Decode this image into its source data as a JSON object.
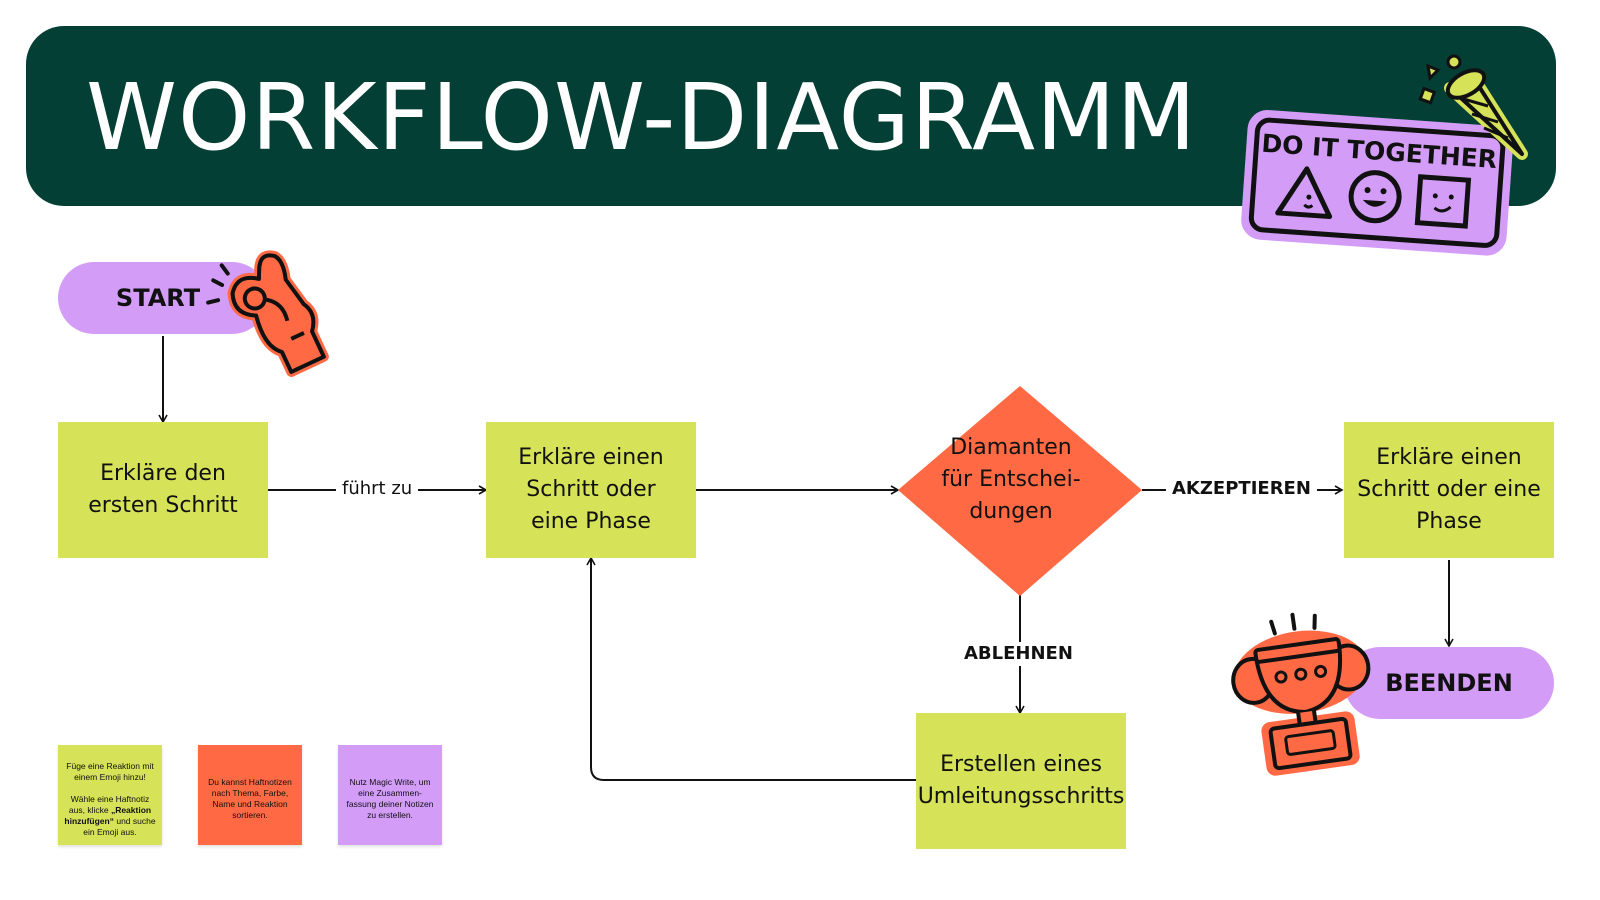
{
  "header": {
    "title": "WORKFLOW-DIAGRAMM"
  },
  "sticker_group": {
    "text": "DO IT TOGETHER"
  },
  "nodes": {
    "start": "START",
    "step1": "Erkläre den\nersten Schritt",
    "step2": "Erkläre einen\nSchritt oder\neine Phase",
    "decision": "Diamanten\nfür Entschei-\ndungen",
    "step3": "Erkläre einen\nSchritt oder eine\nPhase",
    "redirect": "Erstellen eines\nUmleitungsschritts",
    "end": "BEENDEN"
  },
  "edges": {
    "leads_to": "führt zu",
    "accept": "AKZEPTIEREN",
    "reject": "ABLEHNEN"
  },
  "notes": [
    {
      "color": "#d6e257",
      "pre": "Füge eine Reaktion mit einem Emoji hinzu!\n\nWähle eine Haftnotiz aus, klicke ",
      "bold": "„Reaktion hinzufügen“",
      "post": " und suche ein Emoji aus."
    },
    {
      "color": "#ff6a45",
      "pre": "Du kannst Haftnotizen nach Thema, Farbe, Name und Reaktion sortieren.",
      "bold": "",
      "post": ""
    },
    {
      "color": "#d39df7",
      "pre": "Nutz Magic Write, um eine Zusammen-fassung deiner Notizen zu erstellen.",
      "bold": "",
      "post": ""
    }
  ],
  "colors": {
    "header_bg": "#043f35",
    "lime": "#d6e257",
    "coral": "#ff6a45",
    "lavender": "#d39df7"
  },
  "icons": [
    "ok-hand-icon",
    "trophy-icon",
    "party-popper-icon",
    "do-it-together-sticker"
  ]
}
